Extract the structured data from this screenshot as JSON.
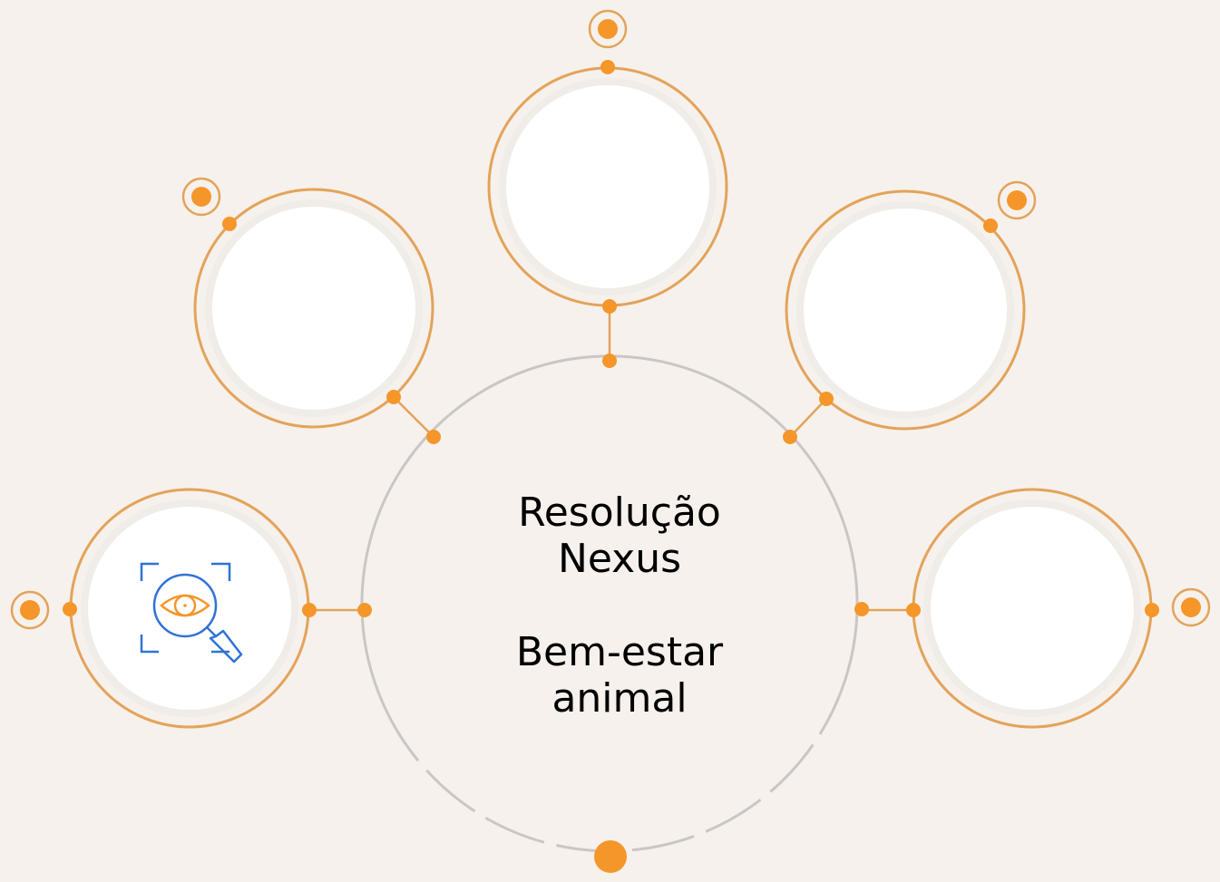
{
  "diagram": {
    "center": {
      "title_lines": [
        "Resolução",
        "Nexus"
      ],
      "subtitle_lines": [
        "Bem-estar",
        "animal"
      ]
    },
    "nodes": [
      {
        "name": "node-left",
        "icon": "eye-magnifier-scan-icon"
      },
      {
        "name": "node-upper-left",
        "icon": ""
      },
      {
        "name": "node-top",
        "icon": ""
      },
      {
        "name": "node-upper-right",
        "icon": ""
      },
      {
        "name": "node-right",
        "icon": ""
      }
    ],
    "colors": {
      "background": "#f6f1ec",
      "accent": "#f5962a",
      "ring": "#e3a35a",
      "main_circle_stroke": "#c9c7c5",
      "icon_blue": "#2f72d6",
      "text": "#000000"
    }
  }
}
